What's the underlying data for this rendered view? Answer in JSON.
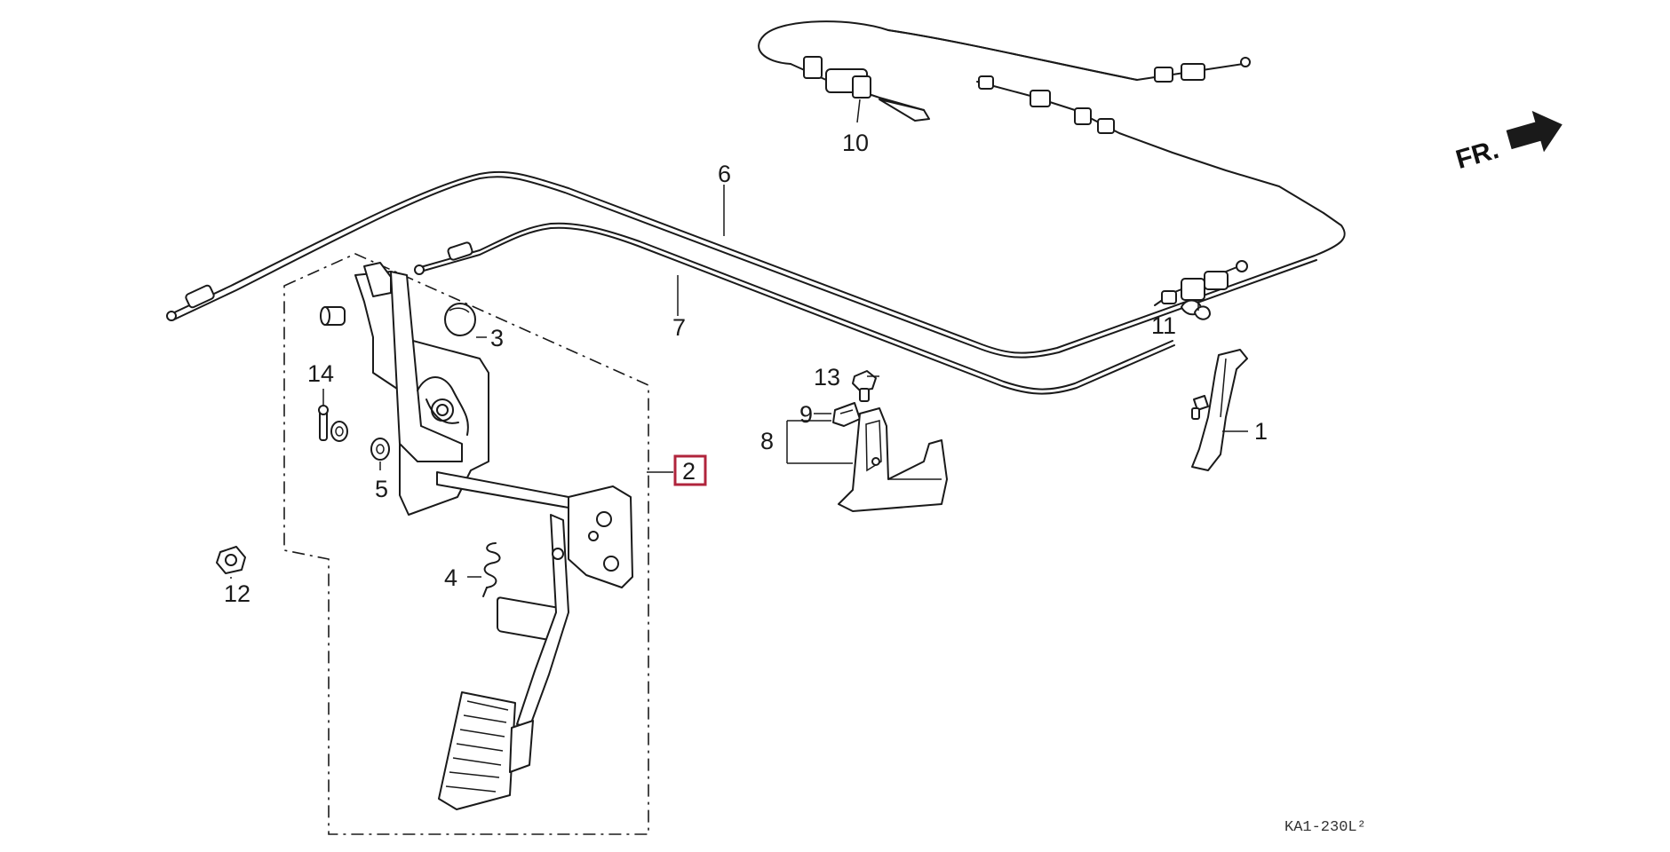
{
  "labels": {
    "p1": "1",
    "p2": "2",
    "p3": "3",
    "p4": "4",
    "p5": "5",
    "p6": "6",
    "p7": "7",
    "p8": "8",
    "p9": "9",
    "p10": "10",
    "p11": "11",
    "p12": "12",
    "p13": "13",
    "p14": "14"
  },
  "direction_label": "FR.",
  "diagram_code": "KA1-230L²",
  "colors": {
    "highlight_box": "#b0243c",
    "ink": "#1a1a1a"
  }
}
